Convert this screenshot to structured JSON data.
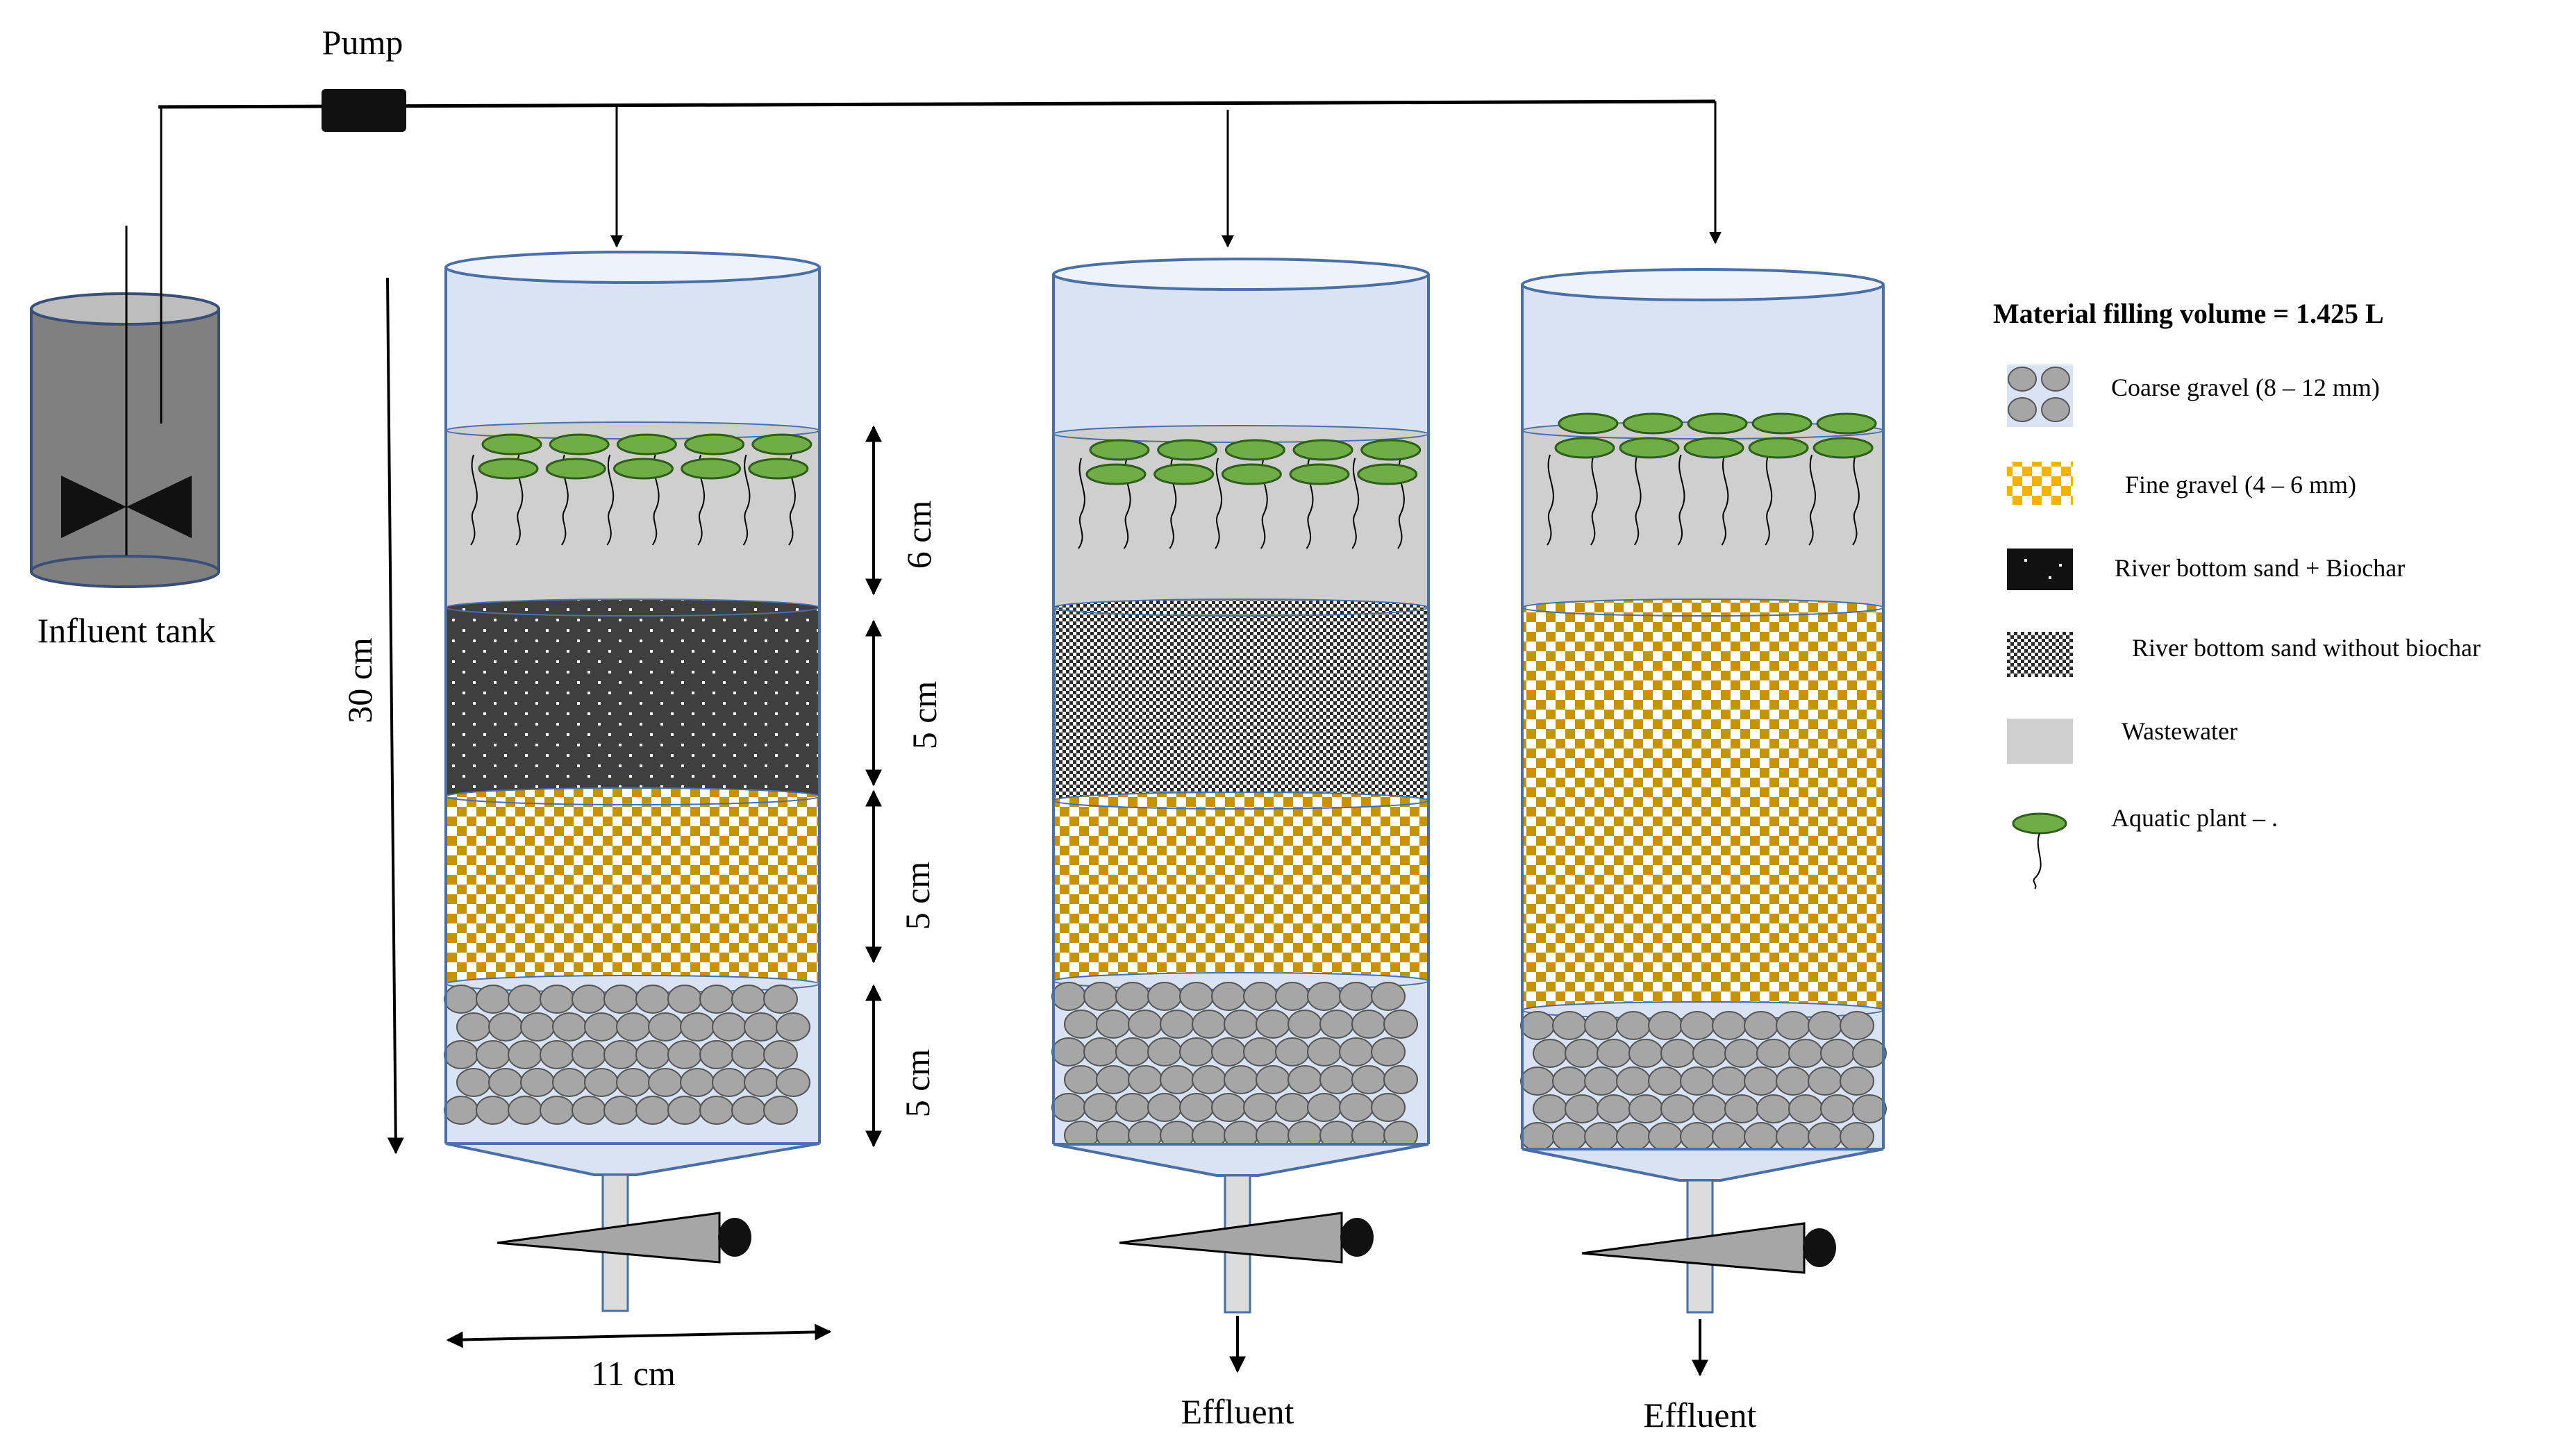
{
  "labels": {
    "pump": "Pump",
    "influent_tank": "Influent tank",
    "height_total": "30 cm",
    "width": "11 cm",
    "layer_top": "6 cm",
    "layer_2": "5 cm",
    "layer_3": "5 cm",
    "layer_4": "5 cm",
    "effluent_2": "Effluent",
    "effluent_3": "Effluent"
  },
  "legend": {
    "title": "Material filling volume = 1.425 L",
    "items": [
      {
        "label": "Coarse gravel (8 – 12 mm)",
        "icon": "coarse-gravel-icon"
      },
      {
        "label": "Fine gravel (4 – 6 mm)",
        "icon": "fine-gravel-icon"
      },
      {
        "label": "River bottom sand + Biochar",
        "icon": "sand-biochar-icon"
      },
      {
        "label": "River bottom sand without biochar",
        "icon": "sand-no-biochar-icon"
      },
      {
        "label": "Wastewater",
        "icon": "wastewater-icon"
      },
      {
        "label": "Aquatic plant – .",
        "icon": "aquatic-plant-icon"
      }
    ]
  },
  "colors": {
    "column_glass": "#dae3f3",
    "column_outline": "#4a6fa5",
    "wastewater": "#d0cfd0",
    "biochar_sand": "#3f3f3f",
    "fine_gravel": "#c59400",
    "gravel_stone": "#a6a6a6",
    "plant_leaf": "#70ad47",
    "tank_body": "#808080",
    "outlet_tube": "#dcdcdc"
  }
}
